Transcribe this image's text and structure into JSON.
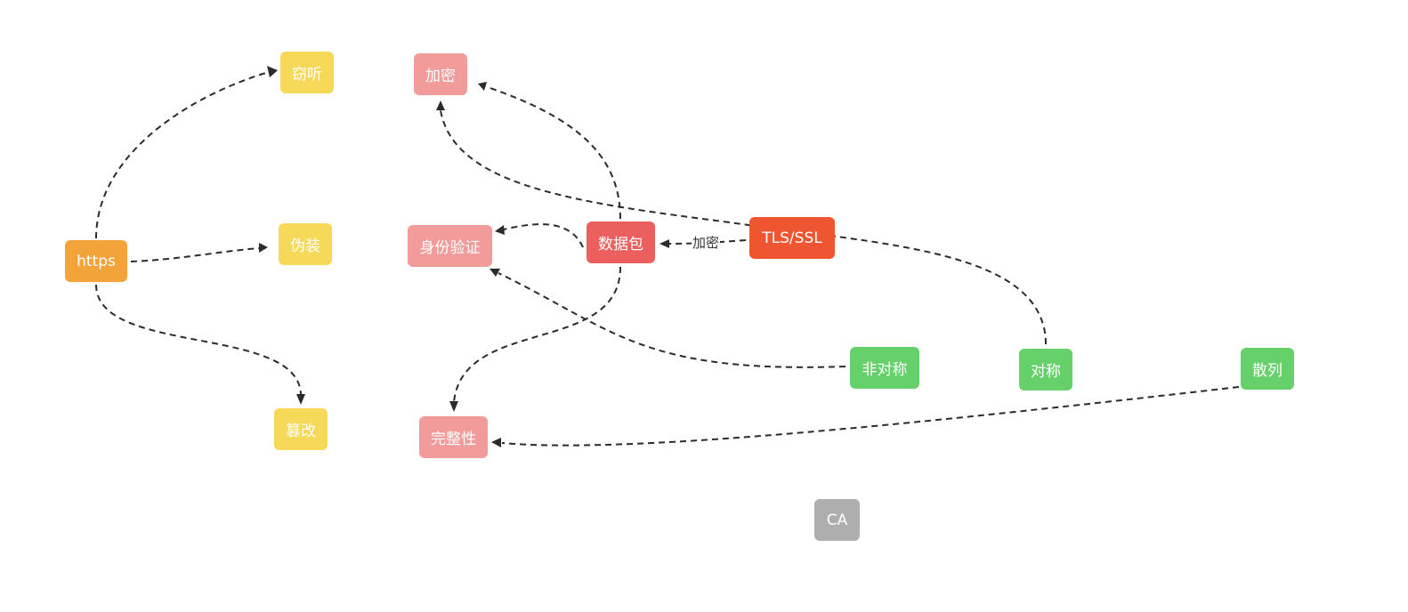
{
  "diagram": {
    "nodes": {
      "https": {
        "label": "https",
        "color": "#F2A33A"
      },
      "eavesdrop": {
        "label": "窃听",
        "color": "#F7D95A"
      },
      "spoof": {
        "label": "伪装",
        "color": "#F7D95A"
      },
      "tamper": {
        "label": "篡改",
        "color": "#F7D95A"
      },
      "encrypt": {
        "label": "加密",
        "color": "#F29B9B"
      },
      "auth": {
        "label": "身份验证",
        "color": "#F29B9B"
      },
      "integrity": {
        "label": "完整性",
        "color": "#F29B9B"
      },
      "packet": {
        "label": "数据包",
        "color": "#EC5F5F"
      },
      "tls": {
        "label": "TLS/SSL",
        "color": "#EE5530"
      },
      "asym": {
        "label": "非对称",
        "color": "#66D06A"
      },
      "sym": {
        "label": "对称",
        "color": "#66D06A"
      },
      "hash": {
        "label": "散列",
        "color": "#66D06A"
      },
      "ca": {
        "label": "CA",
        "color": "#AEAEAE"
      }
    },
    "edge_labels": {
      "tls_to_packet": "加密"
    }
  }
}
